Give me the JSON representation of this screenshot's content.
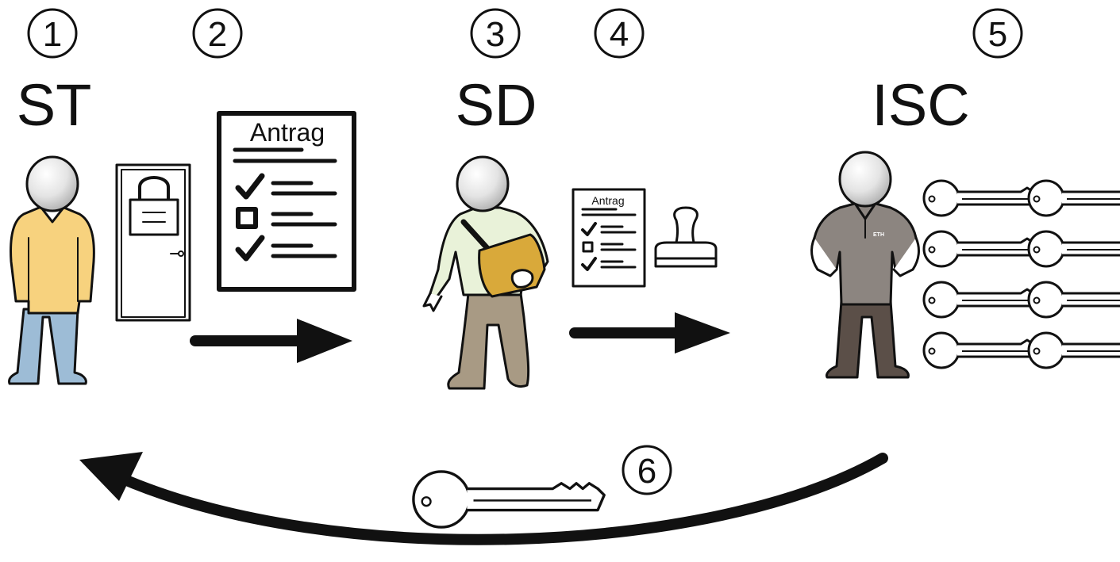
{
  "steps": [
    {
      "number": "1",
      "label": "ST"
    },
    {
      "number": "2"
    },
    {
      "number": "3",
      "label": "SD"
    },
    {
      "number": "4"
    },
    {
      "number": "5",
      "label": "ISC"
    },
    {
      "number": "6"
    }
  ],
  "documents": {
    "large_form_title": "Antrag",
    "small_form_title": "Antrag"
  },
  "badge_text": "ETH",
  "colors": {
    "st_shirt": "#f7d27e",
    "st_pants": "#9dbcd6",
    "sd_shirt": "#e9f2d9",
    "sd_pants": "#a89a84",
    "sd_bag": "#d9a93a",
    "isc_shirt": "#8c8580",
    "isc_pants": "#5b4f48",
    "head": "#e6e6e6"
  }
}
